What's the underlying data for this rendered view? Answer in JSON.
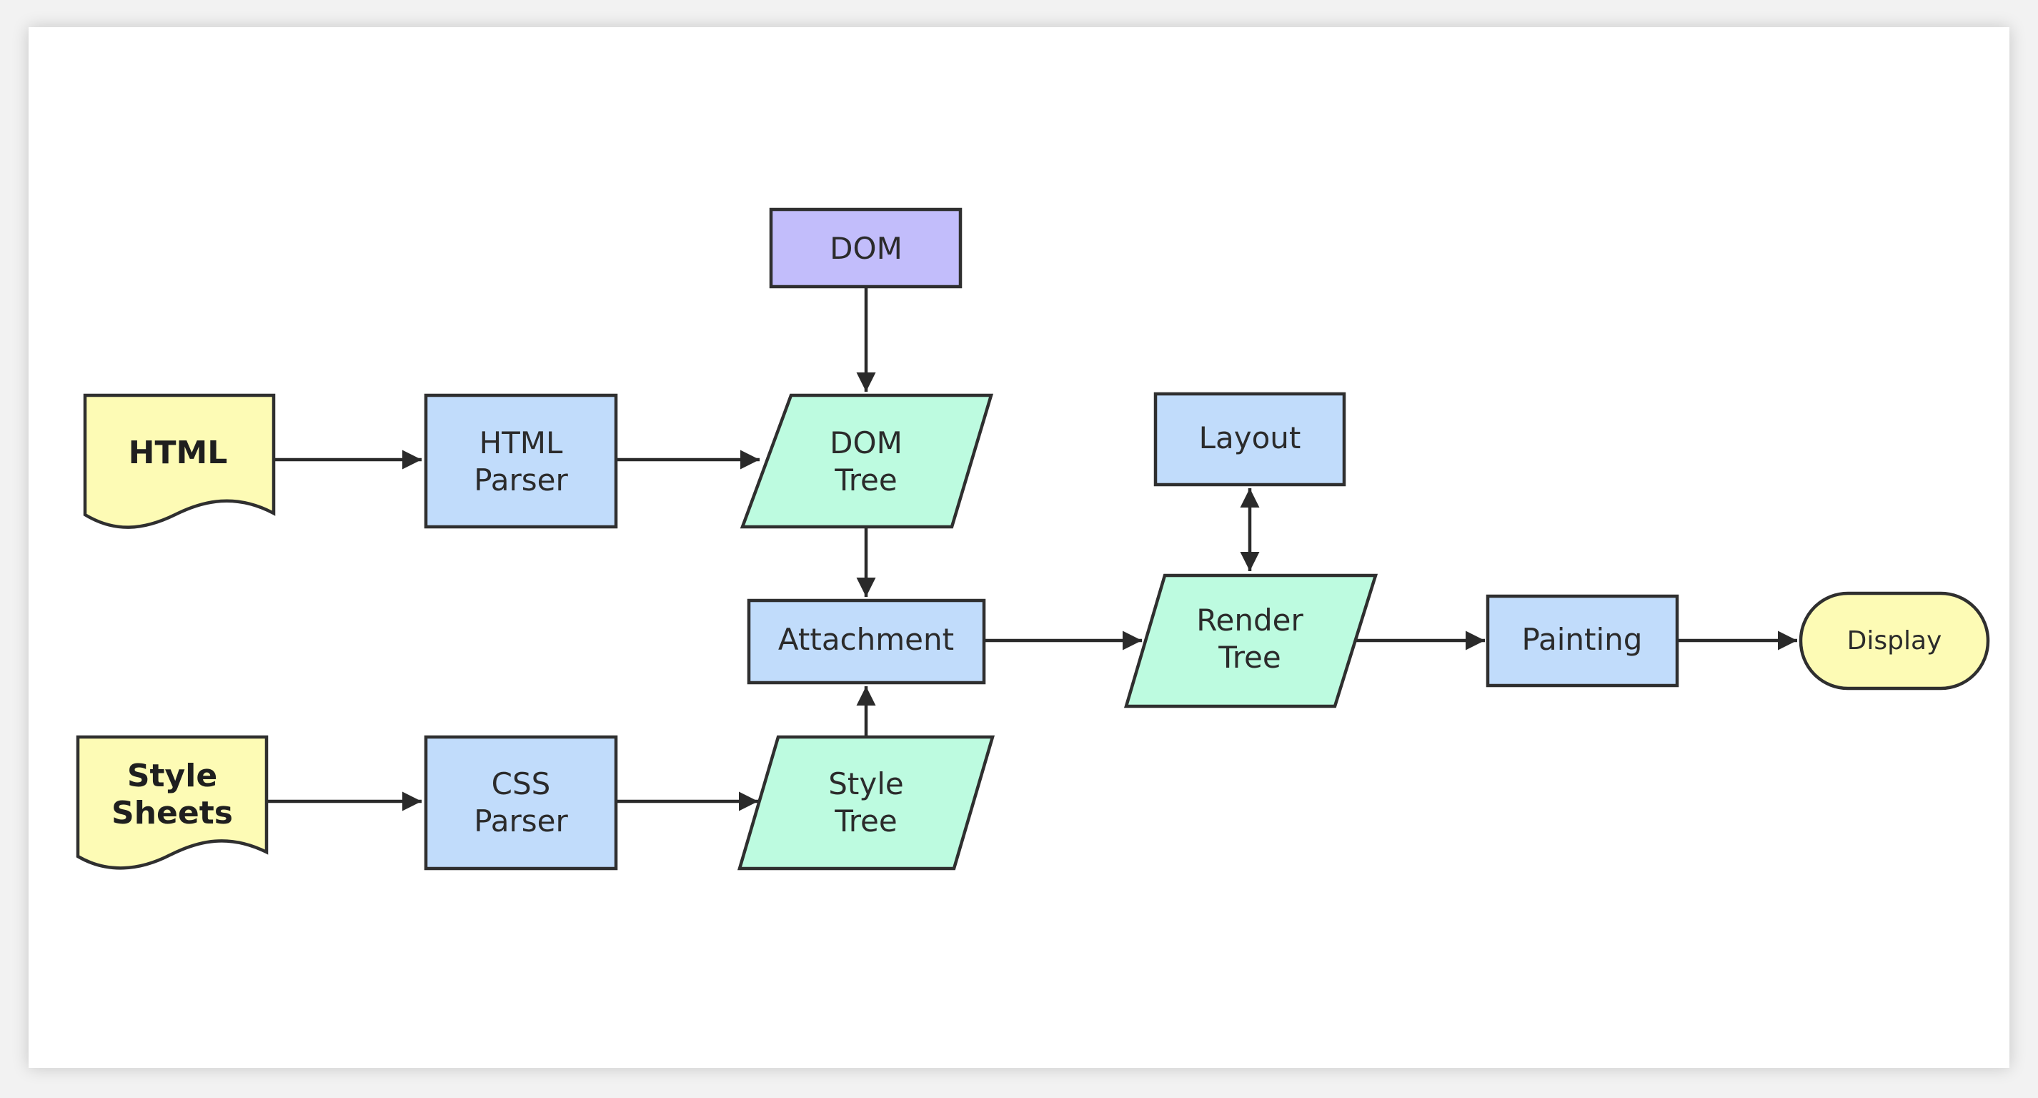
{
  "colors": {
    "document": "#fdfbb5",
    "process": "#c1dcfb",
    "source": "#c2bdfb",
    "data": "#bdfbe0",
    "terminal": "#fdfbb5",
    "stroke": "#2f2f2f"
  },
  "nodes": {
    "html": {
      "line1": "HTML"
    },
    "style_sheets": {
      "line1": "Style",
      "line2": "Sheets"
    },
    "html_parser": {
      "line1": "HTML",
      "line2": "Parser"
    },
    "css_parser": {
      "line1": "CSS",
      "line2": "Parser"
    },
    "dom": {
      "line1": "DOM"
    },
    "dom_tree": {
      "line1": "DOM",
      "line2": "Tree"
    },
    "style_tree": {
      "line1": "Style",
      "line2": "Tree"
    },
    "attachment": {
      "line1": "Attachment"
    },
    "layout": {
      "line1": "Layout"
    },
    "render_tree": {
      "line1": "Render",
      "line2": "Tree"
    },
    "painting": {
      "line1": "Painting"
    },
    "display": {
      "line1": "Display"
    }
  },
  "edges": [
    {
      "from": "HTML",
      "to": "HTML Parser"
    },
    {
      "from": "HTML Parser",
      "to": "DOM Tree"
    },
    {
      "from": "DOM",
      "to": "DOM Tree"
    },
    {
      "from": "DOM Tree",
      "to": "Attachment"
    },
    {
      "from": "Style Sheets",
      "to": "CSS Parser"
    },
    {
      "from": "CSS Parser",
      "to": "Style Tree"
    },
    {
      "from": "Style Tree",
      "to": "Attachment"
    },
    {
      "from": "Attachment",
      "to": "Render Tree"
    },
    {
      "from": "Layout",
      "to": "Render Tree",
      "bidirectional": true
    },
    {
      "from": "Render Tree",
      "to": "Painting"
    },
    {
      "from": "Painting",
      "to": "Display"
    }
  ]
}
